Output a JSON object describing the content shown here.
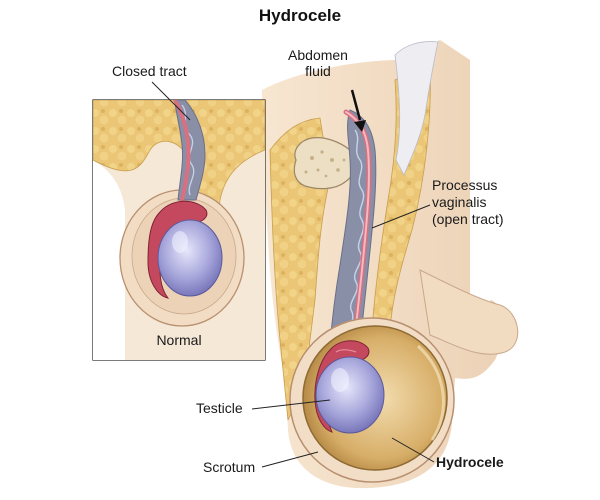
{
  "title": "Hydrocele",
  "inset": {
    "caption": "Normal",
    "label_closed_tract": "Closed tract"
  },
  "labels": {
    "abdomen_fluid_line1": "Abdomen",
    "abdomen_fluid_line2": "fluid",
    "processus_line1": "Processus",
    "processus_line2": "vaginalis",
    "processus_line3": "(open tract)",
    "testicle": "Testicle",
    "scrotum": "Scrotum",
    "hydrocele": "Hydrocele"
  },
  "colors": {
    "fat": "#e8c070",
    "skin": "#f3dfc8",
    "muscle": "#b7465a",
    "testis": "#a7a6d8",
    "fluid": "#c59a55",
    "bone": "#e9dcc0"
  }
}
